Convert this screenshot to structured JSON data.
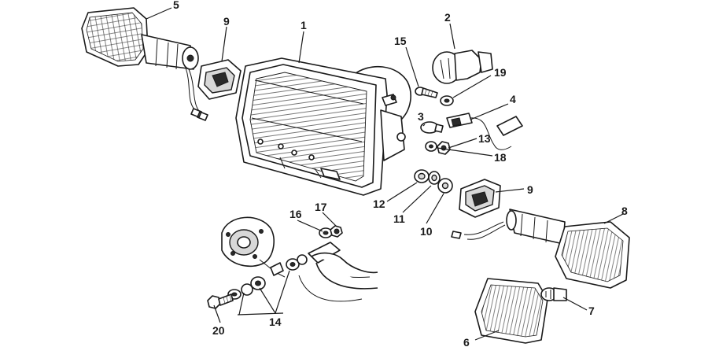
{
  "callouts": {
    "c1": "1",
    "c2": "2",
    "c3": "3",
    "c4": "4",
    "c5": "5",
    "c6": "6",
    "c7": "7",
    "c8": "8",
    "c9a": "9",
    "c9b": "9",
    "c10": "10",
    "c11": "11",
    "c12": "12",
    "c13": "13",
    "c14": "14",
    "c15": "15",
    "c16": "16",
    "c17": "17",
    "c18": "18",
    "c19": "19",
    "c20": "20"
  },
  "colors": {
    "line": "#1a1a1a",
    "background": "#ffffff",
    "shade": "#d8d8d8"
  }
}
